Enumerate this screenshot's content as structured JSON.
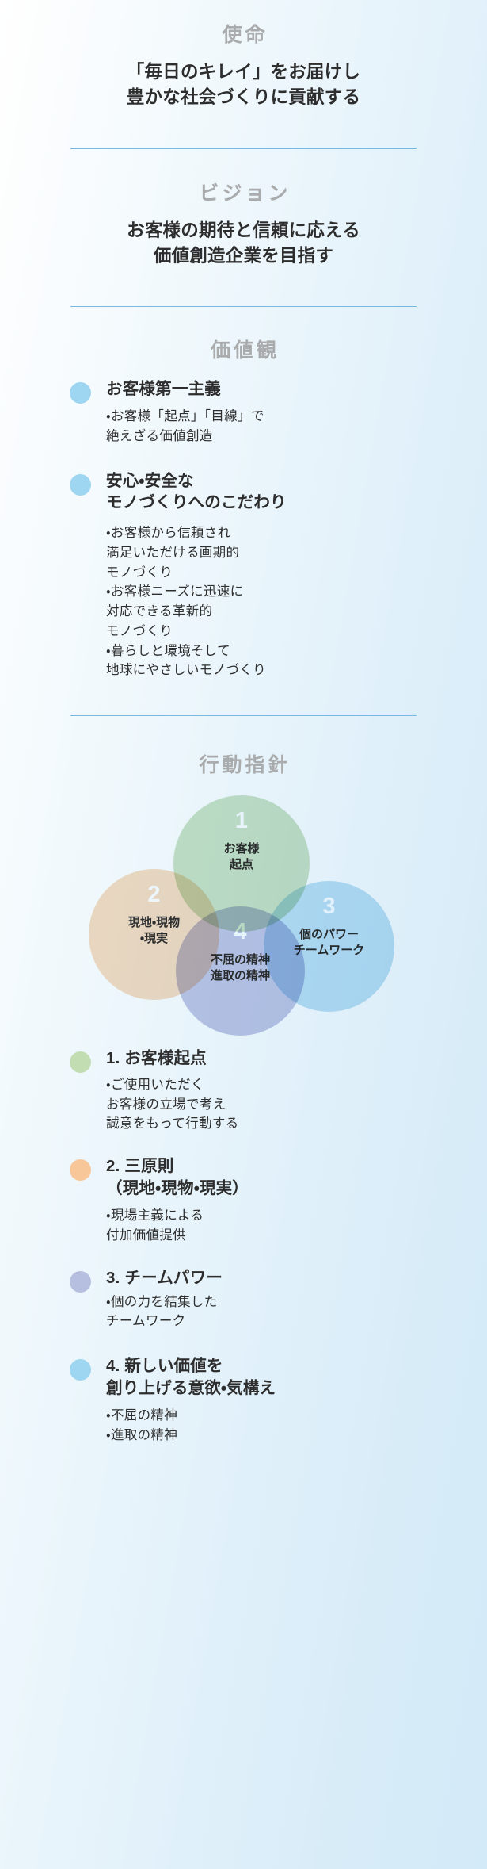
{
  "mission": {
    "label": "使命",
    "lines": [
      "「毎日のキレイ」をお届けし",
      "豊かな社会づくりに貢献する"
    ]
  },
  "vision": {
    "label": "ビジョン",
    "lines": [
      "お客様の期待と信頼に応える",
      "価値創造企業を目指す"
    ]
  },
  "values": {
    "label": "価値観",
    "items": [
      {
        "dot_color": "#9ed5f0",
        "title": "お客様第一主義",
        "sub": "・お客様「起点」「目線」で\n絶えざる価値創造"
      },
      {
        "dot_color": "#9ed5f0",
        "title": "安心・安全な\nモノづくりへのこだわり",
        "sub": "・お客様から信頼され\n満足いただける画期的\nモノづくり\n・お客様ニーズに迅速に\n対応できる革新的\nモノづくり\n・暮らしと環境そして\n地球にやさしいモノづくり"
      }
    ]
  },
  "guidelines": {
    "label": "行動指針",
    "venn": [
      {
        "num": "1",
        "label": "お客様\n起点",
        "color": "#cbe3c6"
      },
      {
        "num": "2",
        "label": "現地・現物\n・現実",
        "color": "#f8ddc3"
      },
      {
        "num": "3",
        "label": "個のパワー\nチームワーク",
        "color": "#bfe2f4"
      },
      {
        "num": "4",
        "label": "不屈の精神\n進取の精神",
        "color": "#c3c8e6"
      }
    ],
    "items": [
      {
        "dot_color": "#c3ddb3",
        "title": "1. お客様起点",
        "sub": "・ご使用いただく\nお客様の立場で考え\n誠意をもって行動する"
      },
      {
        "dot_color": "#f7c79a",
        "title": "2. 三原則\n（現地・現物・現実）",
        "sub": "・現場主義による\n付加価値提供"
      },
      {
        "dot_color": "#b6bfdf",
        "title": "3. チームパワー",
        "sub": "・個の力を結集した\nチームワーク"
      },
      {
        "dot_color": "#9ed5f0",
        "title": "4. 新しい価値を\n創り上げる意欲・気構え",
        "sub": "・不屈の精神\n・進取の精神"
      }
    ]
  },
  "colors": {
    "divider": "#79b9dd",
    "heading_gray": "#a9abac",
    "body_text": "#2d2d2d",
    "bg_left": "#ffffff",
    "bg_right": "#d3eaf8"
  }
}
